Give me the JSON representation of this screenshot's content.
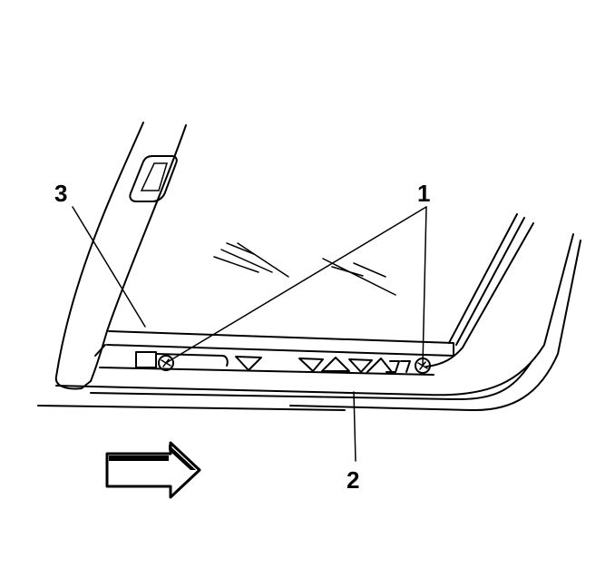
{
  "callouts": {
    "one": "1",
    "two": "2",
    "three": "3"
  },
  "icons": {
    "direction_arrow": "arrow-right-icon",
    "fastener": "screw-icon"
  }
}
